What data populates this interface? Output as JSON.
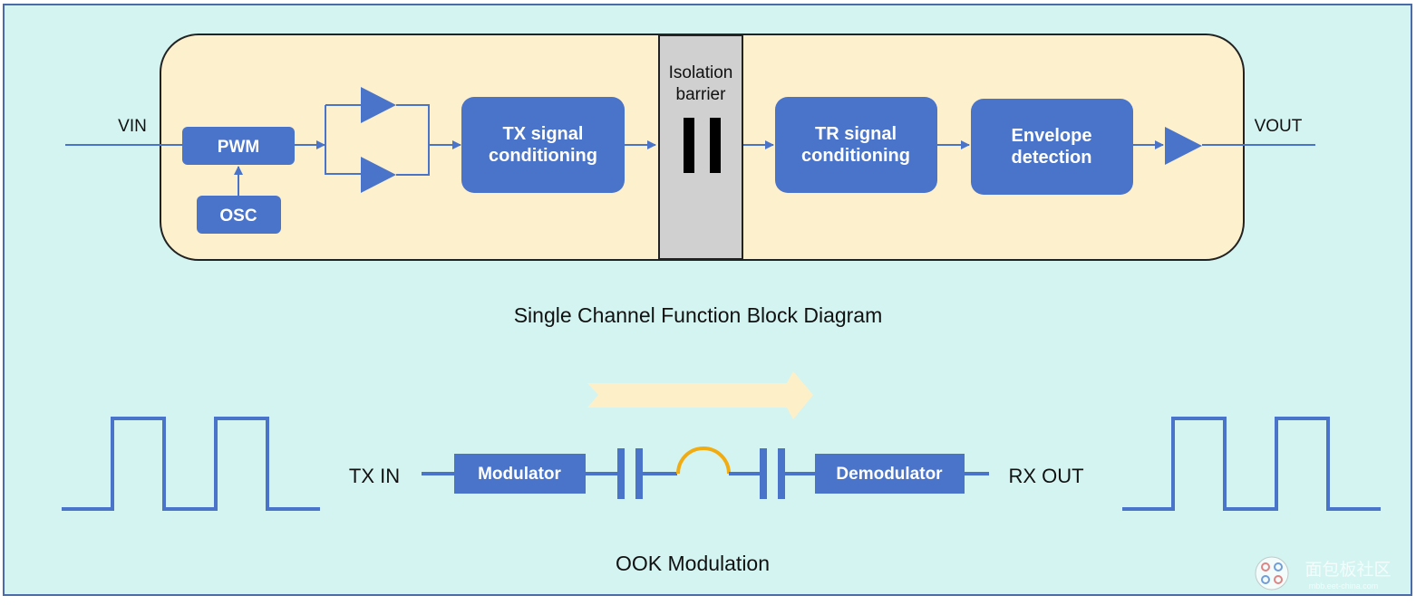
{
  "colors": {
    "background": "#d4f4f1",
    "frame_border": "#4a6aa8",
    "panel_fill": "#fdf0cc",
    "panel_border": "#222222",
    "block_fill": "#4a74c9",
    "block_text": "#ffffff",
    "line": "#4a74c9",
    "barrier_fill": "#d0d0d0",
    "barrier_plate": "#000000",
    "arrow_fill": "#fdf0c8",
    "coupling_arc": "#f0ac12",
    "caption_text": "#111111"
  },
  "block_diagram": {
    "vin_label": "VIN",
    "vout_label": "VOUT",
    "pwm_label": "PWM",
    "osc_label": "OSC",
    "tx_conditioning": [
      "TX signal",
      "conditioning"
    ],
    "isolation_barrier": [
      "Isolation",
      "barrier"
    ],
    "tr_conditioning": [
      "TR signal",
      "conditioning"
    ],
    "envelope_detection": [
      "Envelope",
      "detection"
    ],
    "caption": "Single Channel Function Block Diagram"
  },
  "ook": {
    "tx_in_label": "TX IN",
    "rx_out_label": "RX OUT",
    "modulator_label": "Modulator",
    "demodulator_label": "Demodulator",
    "caption": "OOK Modulation"
  },
  "watermark": {
    "text": "面包板社区",
    "url": "mbb.eet-china.com",
    "icon": "community-logo-icon"
  }
}
